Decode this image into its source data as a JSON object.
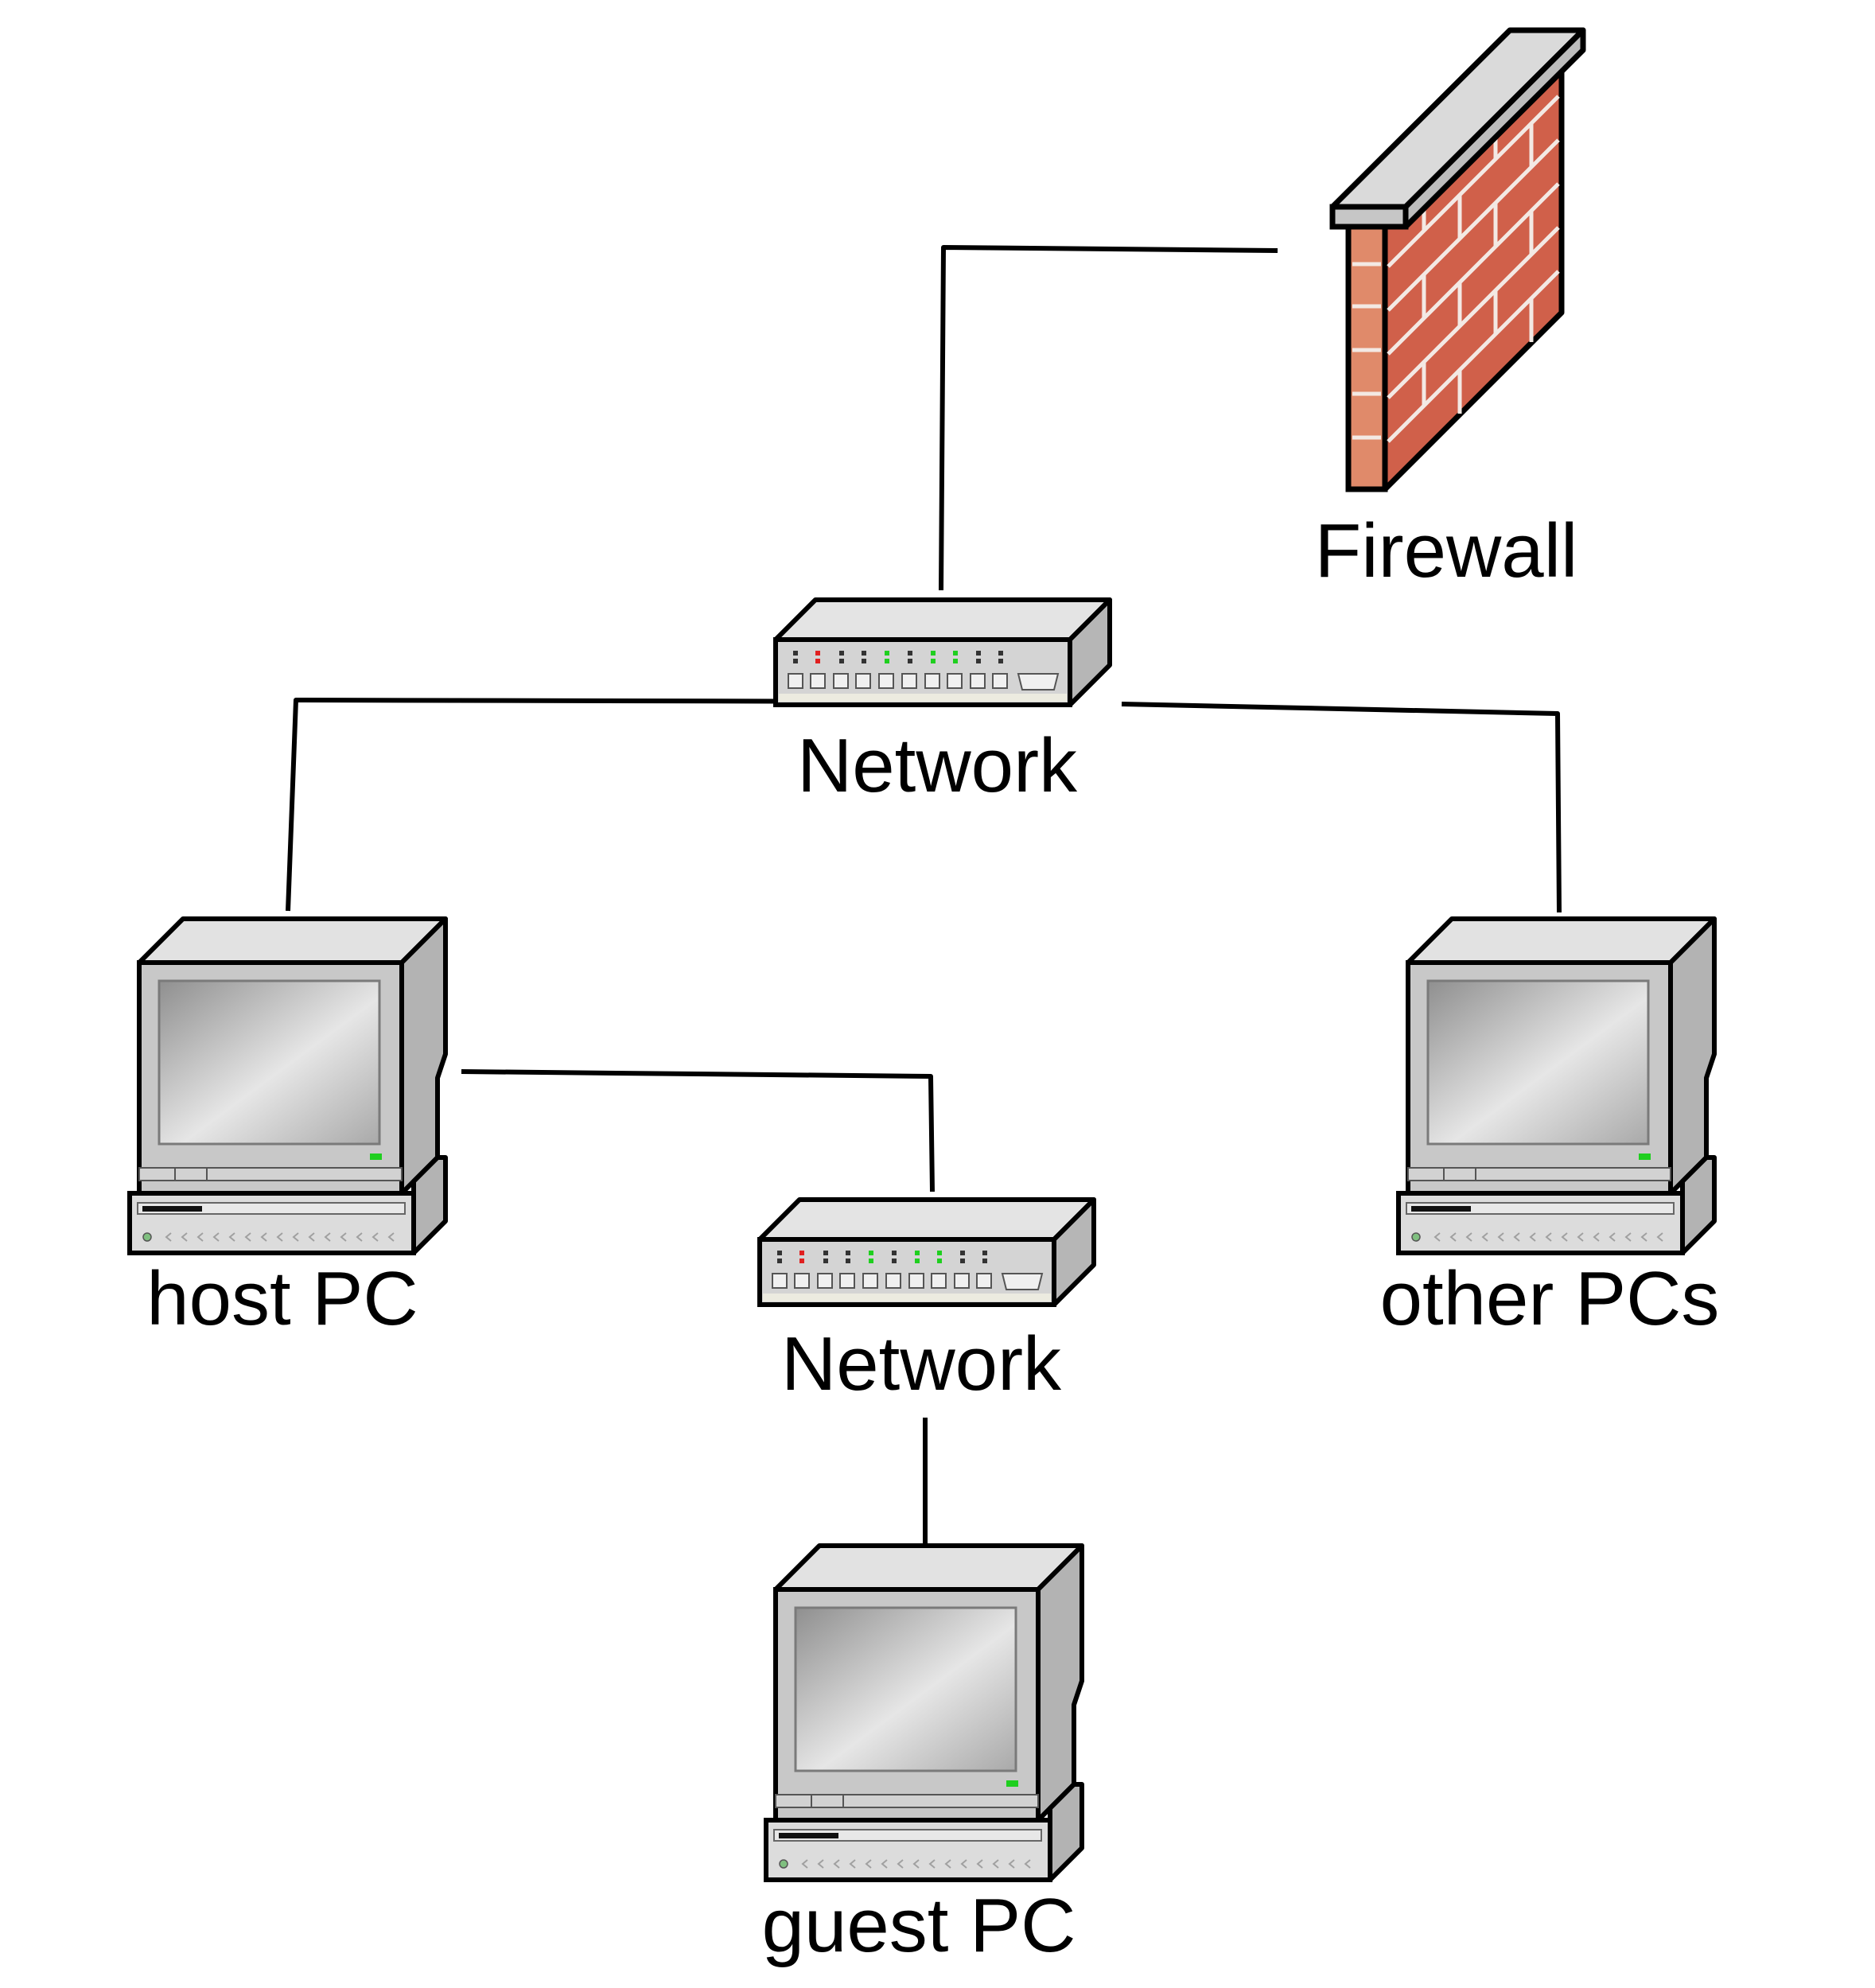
{
  "diagram": {
    "nodes": {
      "firewall": {
        "label": "Firewall",
        "type": "firewall"
      },
      "network_top": {
        "label": "Network",
        "type": "network-switch"
      },
      "host_pc": {
        "label": "host PC",
        "type": "computer"
      },
      "other_pcs": {
        "label": "other PCs",
        "type": "computer"
      },
      "network_bottom": {
        "label": "Network",
        "type": "network-switch"
      },
      "guest_pc": {
        "label": "guest PC",
        "type": "computer"
      }
    },
    "connections": [
      {
        "from": "network_top",
        "to": "firewall"
      },
      {
        "from": "network_top",
        "to": "host_pc"
      },
      {
        "from": "network_top",
        "to": "other_pcs"
      },
      {
        "from": "host_pc",
        "to": "network_bottom"
      },
      {
        "from": "network_bottom",
        "to": "guest_pc"
      }
    ],
    "colors": {
      "brick": "#d0604a",
      "brick_face": "#e08a6a",
      "mortar": "#f3e9e4",
      "device_gray": "#c9c9c9",
      "device_light": "#e4e4e4",
      "led_green": "#1fcf1f",
      "led_red": "#e02020",
      "line": "#000000"
    }
  }
}
